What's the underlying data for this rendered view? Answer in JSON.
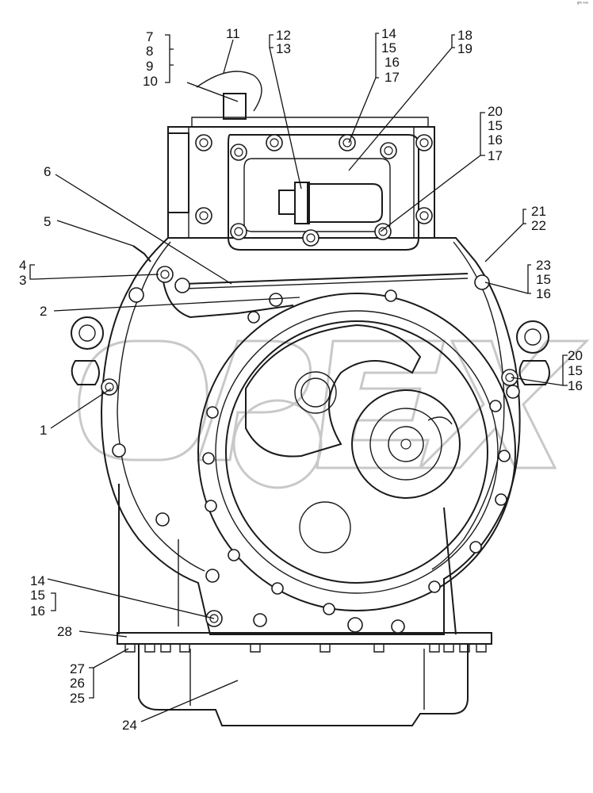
{
  "watermark": "",
  "callouts": {
    "c1": "1",
    "c2": "2",
    "c3": "3",
    "c4": "4",
    "c5": "5",
    "c6": "6",
    "c7": "7",
    "c8": "8",
    "c9": "9",
    "c10": "10",
    "c11": "11",
    "c12": "12",
    "c13": "13",
    "c14a": "14",
    "c15a": "15",
    "c16a": "16",
    "c17a": "17",
    "c18": "18",
    "c19": "19",
    "c20a": "20",
    "c15b": "15",
    "c16b": "16",
    "c17b": "17",
    "c21": "21",
    "c22": "22",
    "c23": "23",
    "c15c": "15",
    "c16c": "16",
    "c20b": "20",
    "c15d": "15",
    "c16d": "16",
    "c14b": "14",
    "c15e": "15",
    "c16e": "16",
    "c28": "28",
    "c27": "27",
    "c26": "26",
    "c25": "25",
    "c24": "24"
  },
  "corner_mark": "ᵍᵐ ⁿⁿⁿ"
}
